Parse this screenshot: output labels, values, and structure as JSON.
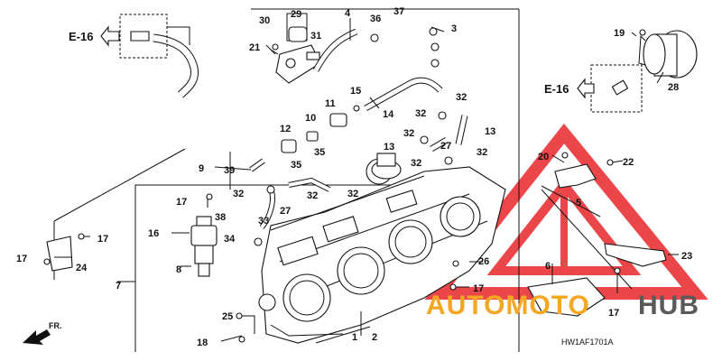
{
  "diagram": {
    "reference_labels": [
      "E-16",
      "E-16"
    ],
    "fr_label": "FR.",
    "drawing_code": "HW1AF1701A",
    "callouts": [
      "1",
      "2",
      "3",
      "4",
      "5",
      "6",
      "7",
      "8",
      "9",
      "10",
      "11",
      "12",
      "13",
      "13",
      "14",
      "15",
      "16",
      "17",
      "17",
      "17",
      "17",
      "17",
      "18",
      "19",
      "20",
      "21",
      "22",
      "23",
      "24",
      "25",
      "26",
      "27",
      "27",
      "28",
      "29",
      "30",
      "31",
      "32",
      "32",
      "32",
      "32",
      "32",
      "32",
      "32",
      "32",
      "33",
      "34",
      "35",
      "35",
      "36",
      "37",
      "38",
      "39"
    ],
    "watermark": {
      "text_left": "AUTOMOTO",
      "text_right": "HUB",
      "color_left": "#f5a623",
      "color_right": "#5a5a5a",
      "logo_color": "#e8262a"
    }
  },
  "colors": {
    "background": "#ffffff",
    "linework": "#111111"
  }
}
